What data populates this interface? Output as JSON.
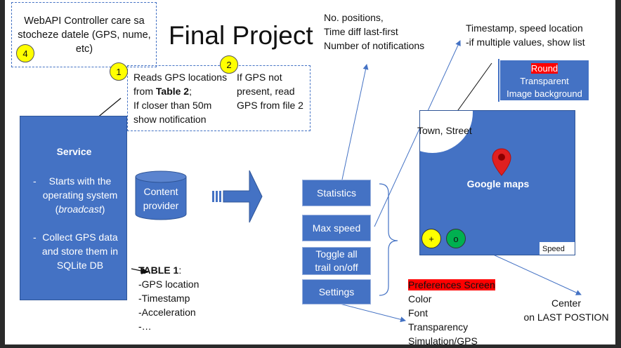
{
  "title": "Final Project",
  "webapi": {
    "text": "WebAPI Controller care sa stocheze datele (GPS, nume, etc)",
    "badge": "4"
  },
  "reads": {
    "badge": "1",
    "line1": "Reads GPS locations",
    "line2_prefix": "from ",
    "line2_bold": "Table 2",
    "line2_suffix": ";",
    "line3": "If closer than 50m",
    "line4": "show notification"
  },
  "gps_fallback": {
    "badge": "2",
    "line1": "If GPS not",
    "line2": "present, read",
    "line3": "GPS from file 2"
  },
  "service": {
    "title": "Service",
    "bullet1_a": "Starts with the",
    "bullet1_b": "operating system",
    "bullet1_c": "broadcast",
    "bullet2_a": "Collect GPS data",
    "bullet2_b": "and store them in",
    "bullet2_c": "SQLite DB"
  },
  "content_provider": {
    "line1": "Content",
    "line2": "provider"
  },
  "table1": {
    "title": "TABLE 1",
    "items": [
      "-GPS location",
      "-Timestamp",
      "-Acceleration",
      "-…"
    ]
  },
  "buttons": [
    "Statistics",
    "Max speed",
    "Toggle all trail on/off",
    "Settings"
  ],
  "stats_note": [
    "No. positions,",
    "Time diff last-first",
    "Number of notifications"
  ],
  "speed_note": [
    "Timestamp, speed location",
    "-if multiple values, show list"
  ],
  "legend": {
    "round": "Round",
    "line2": "Transparent",
    "line3": "Image background"
  },
  "map": {
    "town_label": "Town, Street",
    "label": "Google maps",
    "plus": "+",
    "minus": "o",
    "speed": "Speed"
  },
  "center_note": [
    "Center",
    "on LAST POSTION"
  ],
  "prefs": {
    "title": "Preferences Screen",
    "items": [
      "Color",
      "Font",
      "Transparency",
      "Simulation/GPS"
    ]
  },
  "colors": {
    "accent": "#4472c4",
    "highlight": "#ffff00",
    "red": "#ff0000",
    "green": "#00b050"
  }
}
